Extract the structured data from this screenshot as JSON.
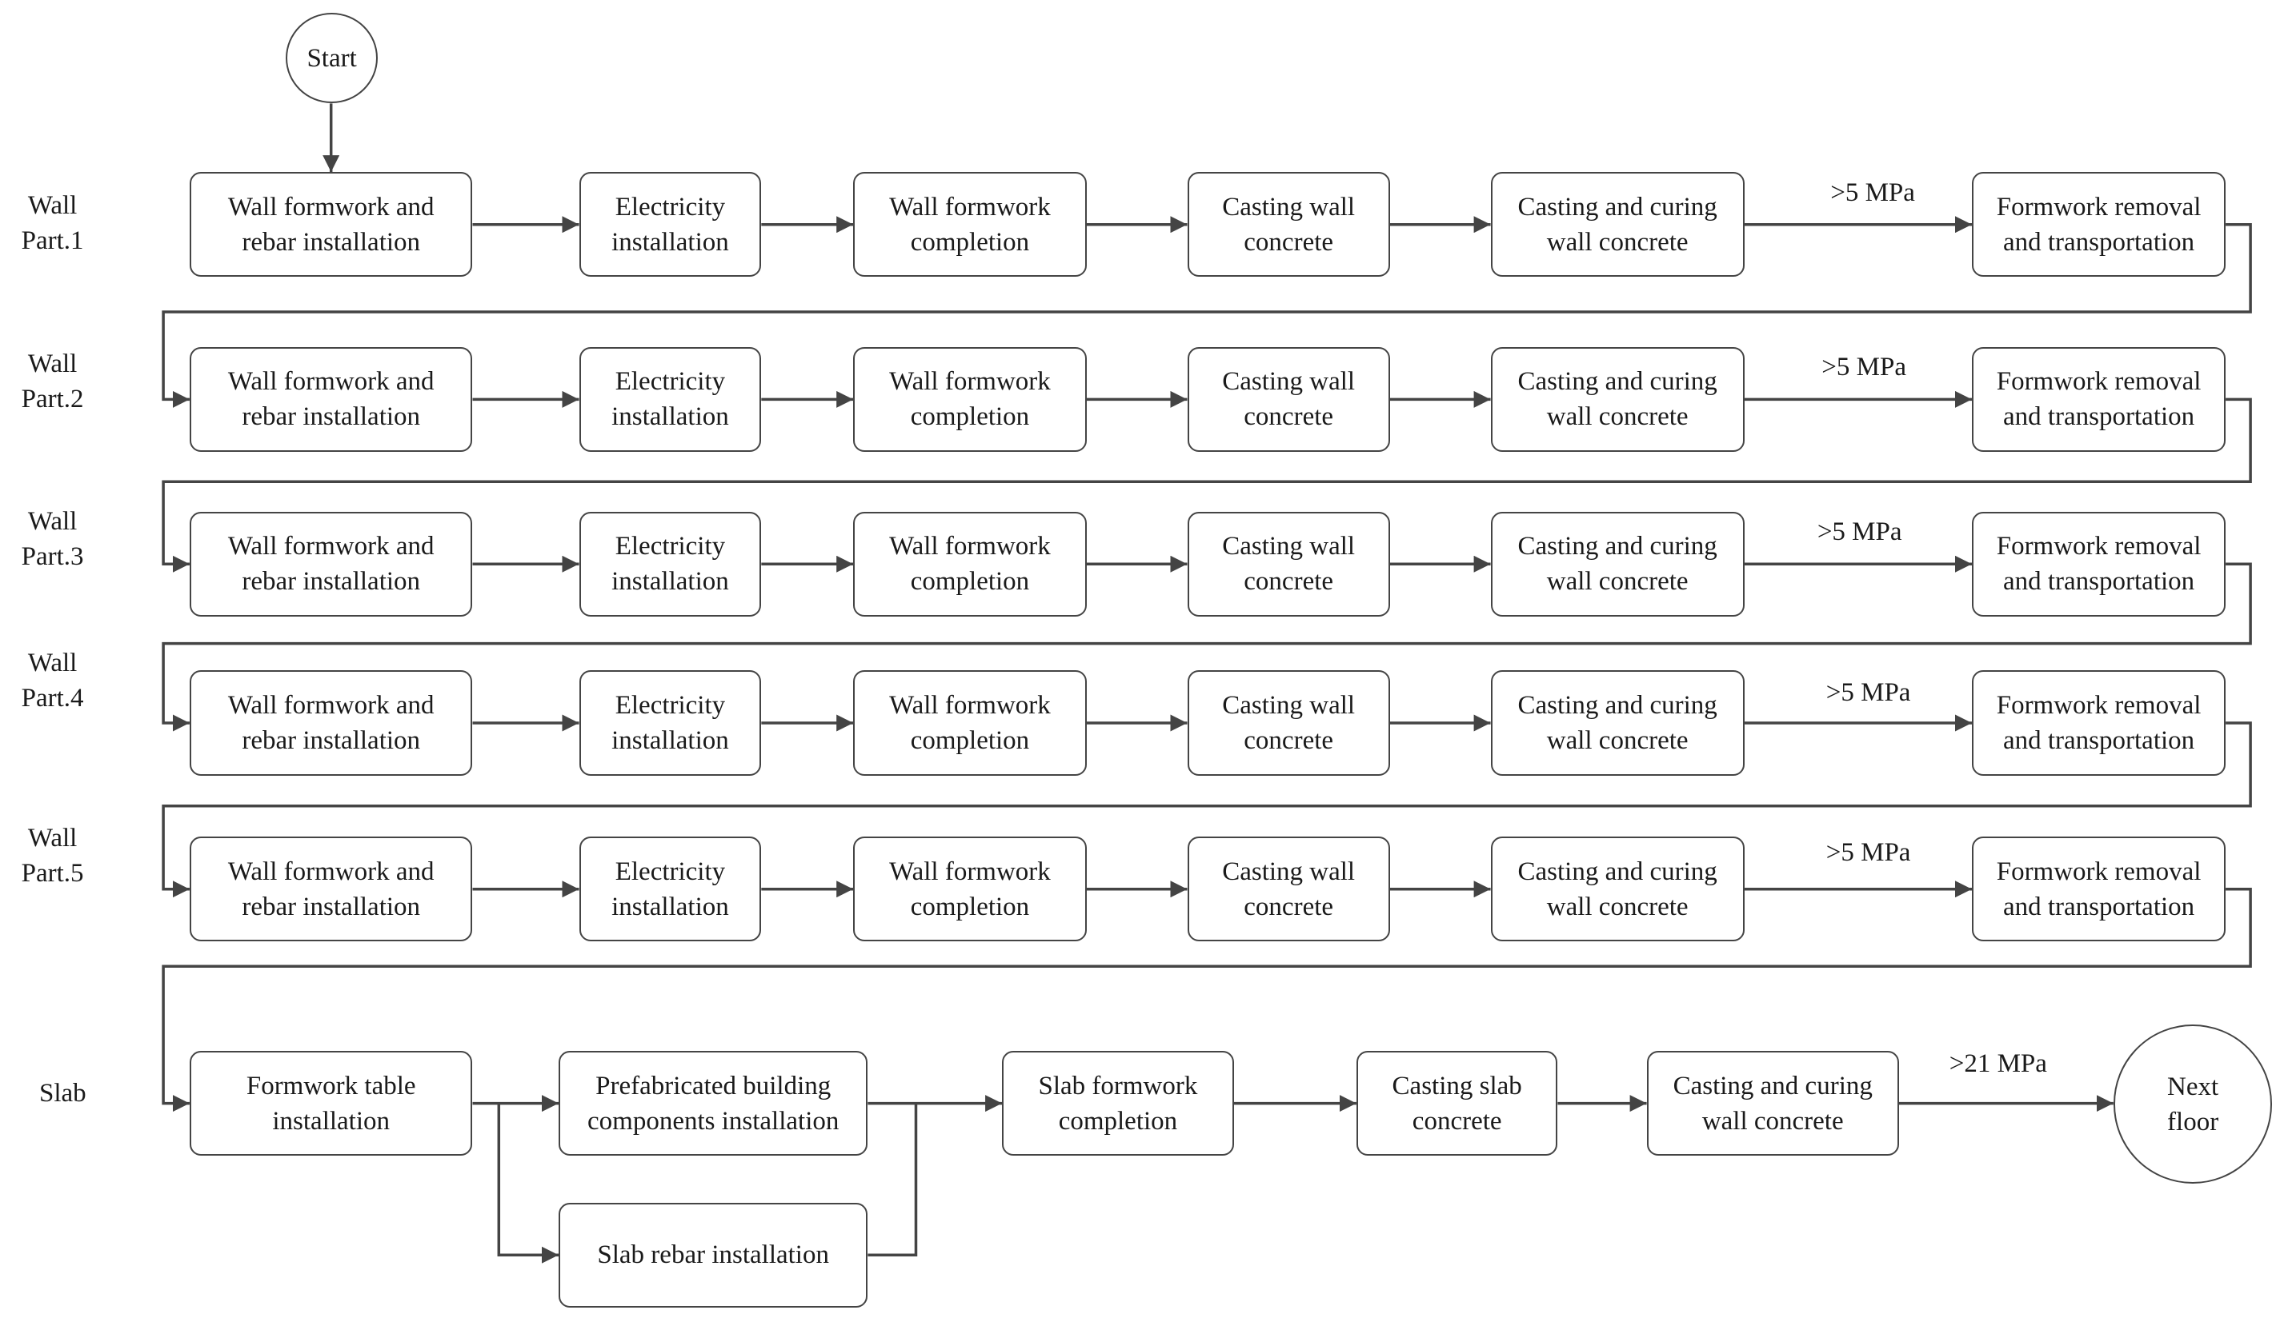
{
  "start": "Start",
  "end": "Next\nfloor",
  "wall_rows": [
    {
      "label": "Wall\nPart.1",
      "steps": [
        "Wall formwork and\nrebar installation",
        "Electricity\ninstallation",
        "Wall formwork\ncompletion",
        "Casting wall\nconcrete",
        "Casting and curing\nwall concrete",
        "Formwork removal\nand transportation"
      ],
      "condition": ">5 MPa"
    },
    {
      "label": "Wall\nPart.2",
      "steps": [
        "Wall formwork and\nrebar installation",
        "Electricity\ninstallation",
        "Wall formwork\ncompletion",
        "Casting wall\nconcrete",
        "Casting and curing\nwall concrete",
        "Formwork removal\nand transportation"
      ],
      "condition": ">5 MPa"
    },
    {
      "label": "Wall\nPart.3",
      "steps": [
        "Wall formwork and\nrebar installation",
        "Electricity\ninstallation",
        "Wall formwork\ncompletion",
        "Casting wall\nconcrete",
        "Casting and curing\nwall concrete",
        "Formwork removal\nand transportation"
      ],
      "condition": ">5 MPa"
    },
    {
      "label": "Wall\nPart.4",
      "steps": [
        "Wall formwork and\nrebar installation",
        "Electricity\ninstallation",
        "Wall formwork\ncompletion",
        "Casting wall\nconcrete",
        "Casting and curing\nwall concrete",
        "Formwork removal\nand transportation"
      ],
      "condition": ">5 MPa"
    },
    {
      "label": "Wall\nPart.5",
      "steps": [
        "Wall formwork and\nrebar installation",
        "Electricity\ninstallation",
        "Wall formwork\ncompletion",
        "Casting wall\nconcrete",
        "Casting and curing\nwall concrete",
        "Formwork removal\nand transportation"
      ],
      "condition": ">5 MPa"
    }
  ],
  "slab": {
    "label": "Slab",
    "formwork_table": "Formwork table\ninstallation",
    "prefab": "Prefabricated building\ncomponents installation",
    "rebar": "Slab rebar installation",
    "formwork_completion": "Slab formwork\ncompletion",
    "casting": "Casting slab\nconcrete",
    "curing": "Casting and curing\nwall concrete",
    "condition": ">21 MPa"
  },
  "colors": {
    "line": "#444444",
    "text": "#1a1a1a",
    "background": "#ffffff"
  }
}
